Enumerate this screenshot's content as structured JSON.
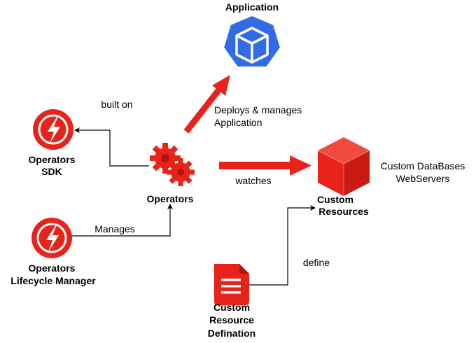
{
  "colors": {
    "red": "#e8231c",
    "red_dark": "#b0150f",
    "kube_blue": "#326ce5",
    "connector": "#000000"
  },
  "nodes": {
    "application": {
      "label": "Application",
      "icon": "kubernetes-cube-icon"
    },
    "operators_sdk": {
      "label_line1": "Operators",
      "label_line2": "SDK",
      "icon": "lightning-bolt-icon"
    },
    "operators": {
      "label": "Operators",
      "icon": "gear-icon"
    },
    "custom_resources": {
      "label_line1": "Custom",
      "label_line2": "Resources",
      "icon": "cube-icon"
    },
    "lifecycle_manager": {
      "label_line1": "Operators",
      "label_line2": "Lifecycle Manager",
      "icon": "lightning-bolt-icon"
    },
    "crd": {
      "label_line1": "Custom",
      "label_line2": "Resource",
      "label_line3": "Defination",
      "icon": "document-icon"
    }
  },
  "edges": {
    "built_on": "built on",
    "deploys_line1": "Deploys & manages",
    "deploys_line2": "Application",
    "watches": "watches",
    "manages": "Manages",
    "define": "define"
  },
  "annotations": {
    "custom_line1": "Custom DataBases",
    "custom_line2": "WebServers"
  }
}
